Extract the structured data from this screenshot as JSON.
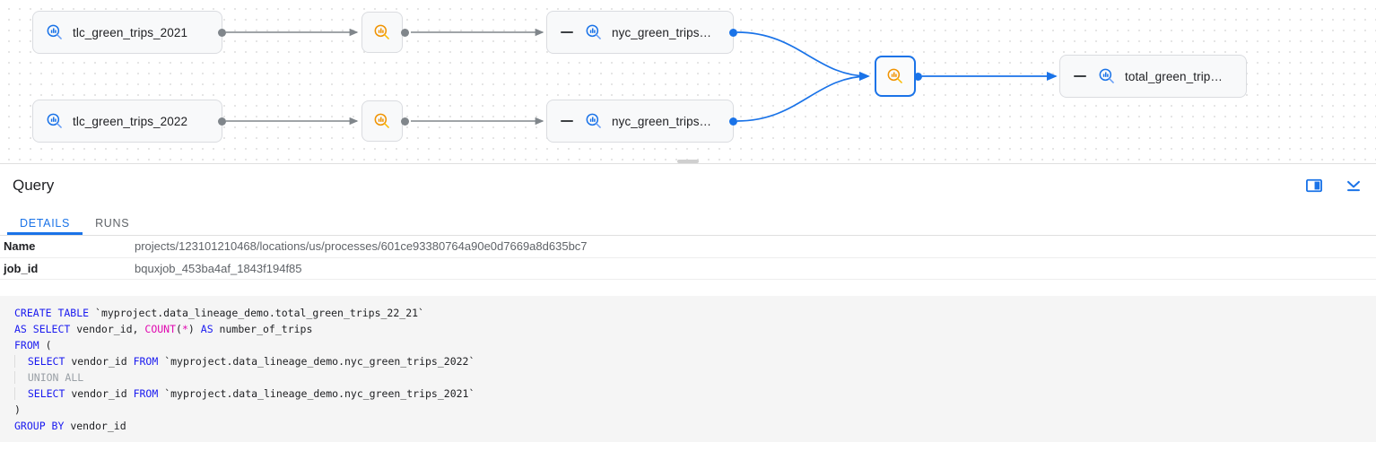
{
  "graph": {
    "nodes": [
      {
        "id": "tlc-2021",
        "type": "table",
        "label": "tlc_green_trips_2021",
        "icon": "table-search-icon",
        "collapse_toggle": false,
        "selected": false
      },
      {
        "id": "tlc-2022",
        "type": "table",
        "label": "tlc_green_trips_2022",
        "icon": "table-search-icon",
        "collapse_toggle": false,
        "selected": false
      },
      {
        "id": "proc-1",
        "type": "process",
        "label": "",
        "icon": "process-search-icon",
        "collapse_toggle": false,
        "selected": false
      },
      {
        "id": "proc-2",
        "type": "process",
        "label": "",
        "icon": "process-search-icon",
        "collapse_toggle": false,
        "selected": false
      },
      {
        "id": "nyc-1",
        "type": "table",
        "label": "nyc_green_trips…",
        "icon": "table-search-icon",
        "collapse_toggle": true,
        "selected": false
      },
      {
        "id": "nyc-2",
        "type": "table",
        "label": "nyc_green_trips…",
        "icon": "table-search-icon",
        "collapse_toggle": true,
        "selected": false
      },
      {
        "id": "proc-3",
        "type": "process",
        "label": "",
        "icon": "process-search-icon",
        "collapse_toggle": false,
        "selected": true
      },
      {
        "id": "total",
        "type": "table",
        "label": "total_green_trip…",
        "icon": "table-search-icon",
        "collapse_toggle": true,
        "selected": false
      }
    ],
    "edges": [
      {
        "from": "tlc-2021",
        "to": "proc-1",
        "highlighted": false
      },
      {
        "from": "proc-1",
        "to": "nyc-1",
        "highlighted": false
      },
      {
        "from": "tlc-2022",
        "to": "proc-2",
        "highlighted": false
      },
      {
        "from": "proc-2",
        "to": "nyc-2",
        "highlighted": false
      },
      {
        "from": "nyc-1",
        "to": "proc-3",
        "highlighted": true
      },
      {
        "from": "nyc-2",
        "to": "proc-3",
        "highlighted": true
      },
      {
        "from": "proc-3",
        "to": "total",
        "highlighted": true
      }
    ],
    "colors": {
      "edge": "#80868b",
      "edge_highlighted": "#1a73e8",
      "node_border": "#dadce0",
      "node_border_selected": "#1a73e8",
      "process_icon": "#f09300",
      "table_icon": "#1a73e8"
    }
  },
  "panel": {
    "title": "Query",
    "actions": [
      {
        "name": "split-panel-icon",
        "label": "Split panel"
      },
      {
        "name": "collapse-panel-icon",
        "label": "Collapse panel"
      }
    ],
    "tabs": [
      {
        "label": "DETAILS",
        "active": true
      },
      {
        "label": "RUNS",
        "active": false
      }
    ],
    "details": [
      {
        "key": "Name",
        "value": "projects/123101210468/locations/us/processes/601ce93380764a90e0d7669a8d635bc7"
      },
      {
        "key": "job_id",
        "value": "bquxjob_453ba4af_1843f194f85"
      }
    ],
    "sql": {
      "language": "sql",
      "lines": [
        "CREATE TABLE `myproject.data_lineage_demo.total_green_trips_22_21`",
        "AS SELECT vendor_id, COUNT(*) AS number_of_trips",
        "FROM (",
        "  SELECT vendor_id FROM `myproject.data_lineage_demo.nyc_green_trips_2022`",
        "  UNION ALL",
        "  SELECT vendor_id FROM `myproject.data_lineage_demo.nyc_green_trips_2021`",
        ")",
        "GROUP BY vendor_id"
      ]
    }
  }
}
